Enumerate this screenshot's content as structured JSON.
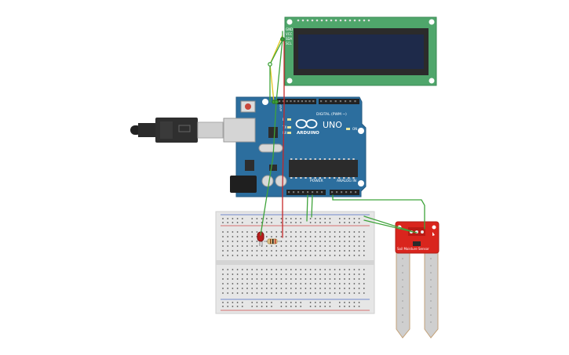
{
  "lcd": {
    "pins": [
      "GND",
      "VCC",
      "SDA",
      "SCL"
    ],
    "board_color": "#4fa66b",
    "screen_color": "#1e2a4a"
  },
  "arduino": {
    "brand": "ARDUINO",
    "model": "UNO",
    "digital_label": "DIGITAL (PWM ~)",
    "power_label": "POWER",
    "analog_label": "ANALOG IN",
    "on_label": "ON",
    "tx_label": "TX",
    "rx_label": "RX",
    "l_label": "L",
    "aref_label": "AREF",
    "board_color": "#2c6e9e"
  },
  "sensor": {
    "label": "Soil Moisture Sensor",
    "board_color": "#d9251d"
  },
  "wires": {
    "green": "#3ea33a",
    "yellow": "#e2c61c",
    "red": "#c5282a"
  }
}
